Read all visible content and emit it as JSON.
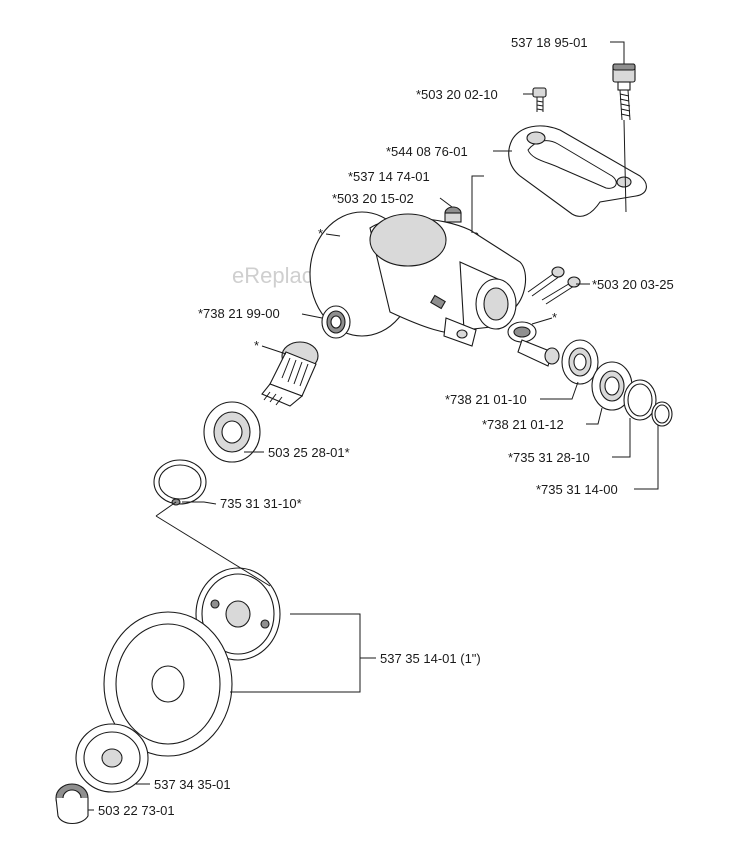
{
  "watermark": "eReplacementParts.com",
  "labels": {
    "p537_18_95_01": "537 18 95-01",
    "p503_20_02_10": "*503 20 02-10",
    "p544_08_76_01": "*544 08 76-01",
    "p537_14_74_01": "*537 14 74-01",
    "p503_20_15_02": "*503 20 15-02",
    "p503_20_03_25": "*503 20 03-25",
    "p738_21_99_00": "*738 21 99-00",
    "p738_21_01_10": "*738 21 01-10",
    "p738_21_01_12": "*738 21 01-12",
    "p735_31_28_10": "*735 31 28-10",
    "p735_31_14_00": "*735 31 14-00",
    "p503_25_28_01": "503 25 28-01*",
    "p735_31_31_10": "735 31 31-10*",
    "p537_35_14_01": "537 35 14-01 (1\")",
    "p537_34_35_01": "537 34 35-01",
    "p503_22_73_01": "503 22 73-01",
    "star_housing": "*",
    "star_gear": "*",
    "star_pinion": "*"
  }
}
